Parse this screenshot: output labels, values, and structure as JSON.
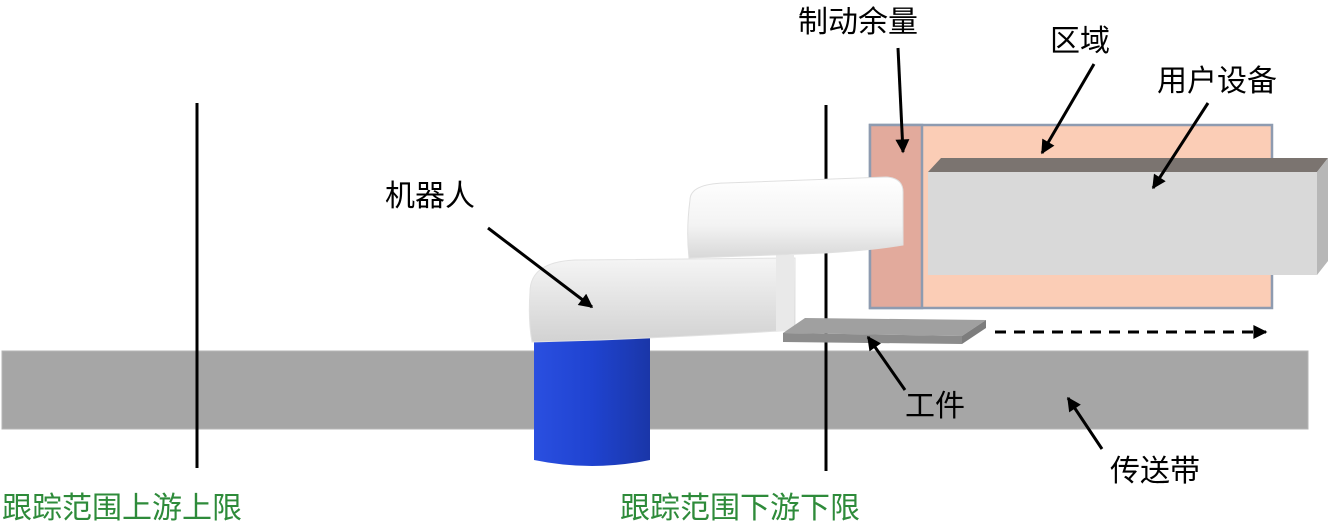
{
  "labels": {
    "brake_margin": "制动余量",
    "region": "区域",
    "user_device": "用户设备",
    "robot": "机器人",
    "workpiece": "工件",
    "conveyor": "传送带",
    "upstream_limit": "跟踪范围上游上限",
    "downstream_limit": "跟踪范围下游下限"
  },
  "colors": {
    "conveyor": "#a6a6a6",
    "region_fill": "#fbcdb6",
    "brake_margin_fill": "#e2aa9c",
    "region_border": "#8e9bb0",
    "device_fill": "#d9d9d9",
    "device_top": "#7b7470",
    "robot_base": "#2f52d6",
    "robot_arm": "#f2f2f2",
    "workpiece": "#a0a0a0",
    "range_label": "#2e8b3a"
  }
}
